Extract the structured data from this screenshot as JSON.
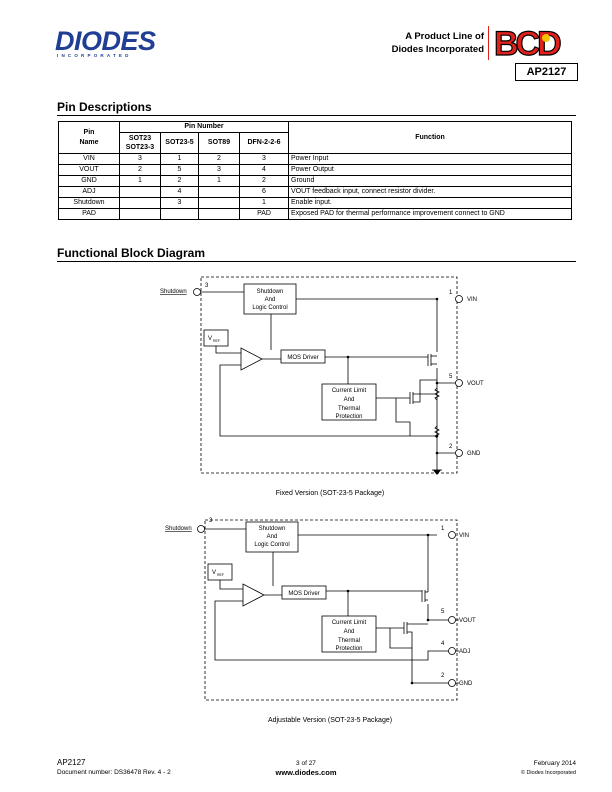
{
  "header": {
    "logo_text": "DIODES",
    "logo_sub": "INCORPORATED",
    "product_line": [
      "A Product Line of",
      "Diodes Incorporated"
    ],
    "bcd_logo": "BCD",
    "part_number": "AP2127"
  },
  "pin_section": {
    "title": "Pin Descriptions",
    "columns": {
      "pin_name": [
        "Pin",
        "Name"
      ],
      "pin_number": "Pin Number",
      "sot23": [
        "SOT23",
        "SOT23-3"
      ],
      "sot23_5": "SOT23-5",
      "sot89": "SOT89",
      "dfn": "DFN-2-2-6",
      "function": "Function"
    },
    "rows": [
      {
        "name": "VIN",
        "sot23": "3",
        "sot23_5": "1",
        "sot89": "2",
        "dfn": "3",
        "function": "Power Input"
      },
      {
        "name": "VOUT",
        "sot23": "2",
        "sot23_5": "5",
        "sot89": "3",
        "dfn": "4",
        "function": "Power Output"
      },
      {
        "name": "GND",
        "sot23": "1",
        "sot23_5": "2",
        "sot89": "1",
        "dfn": "2",
        "function": "Ground"
      },
      {
        "name": "ADJ",
        "sot23": "",
        "sot23_5": "4",
        "sot89": "",
        "dfn": "6",
        "function": "VOUT feedback input, connect resistor divider."
      },
      {
        "name": "Shutdown",
        "sot23": "",
        "sot23_5": "3",
        "sot89": "",
        "dfn": "1",
        "function": "Enable input."
      },
      {
        "name": "PAD",
        "sot23": "",
        "sot23_5": "",
        "sot89": "",
        "dfn": "PAD",
        "function": "Exposed PAD for thermal performance improvement connect to GND"
      }
    ]
  },
  "block_section": {
    "title": "Functional Block Diagram"
  },
  "diagram_fixed": {
    "shutdown": "Shutdown",
    "logic": [
      "Shutdown",
      "And",
      "Logic Control"
    ],
    "vref": "V",
    "vref_sub": "REF",
    "mos": "MOS Driver",
    "current_limit": [
      "Current Limit",
      "And",
      "Thermal",
      "Protection"
    ],
    "pins": {
      "shutdown": "3",
      "vin": "1",
      "vout": "5",
      "gnd": "2"
    },
    "labels": {
      "vin": "VIN",
      "vout": "VOUT",
      "gnd": "GND"
    },
    "caption": "Fixed Version (SOT-23-5 Package)"
  },
  "diagram_adj": {
    "shutdown": "Shutdown",
    "logic": [
      "Shutdown",
      "And",
      "Logic Control"
    ],
    "vref": "V",
    "vref_sub": "REF",
    "mos": "MOS Driver",
    "current_limit": [
      "Current Limit",
      "And",
      "Thermal",
      "Protection"
    ],
    "pins": {
      "shutdown": "3",
      "vin": "1",
      "vout": "5",
      "adj": "4",
      "gnd": "2"
    },
    "labels": {
      "vin": "VIN",
      "vout": "VOUT",
      "adj": "ADJ",
      "gnd": "GND"
    },
    "caption": "Adjustable Version (SOT-23-5 Package)"
  },
  "footer": {
    "part": "AP2127",
    "docnum": "Document number: DS36478  Rev. 4 - 2",
    "page": "3 of 27",
    "url": "www.diodes.com",
    "date": "February 2014",
    "copyright": "© Diodes Incorporated"
  },
  "colors": {
    "diodes_blue": "#1f3e94",
    "bcd_red": "#e0201b"
  }
}
